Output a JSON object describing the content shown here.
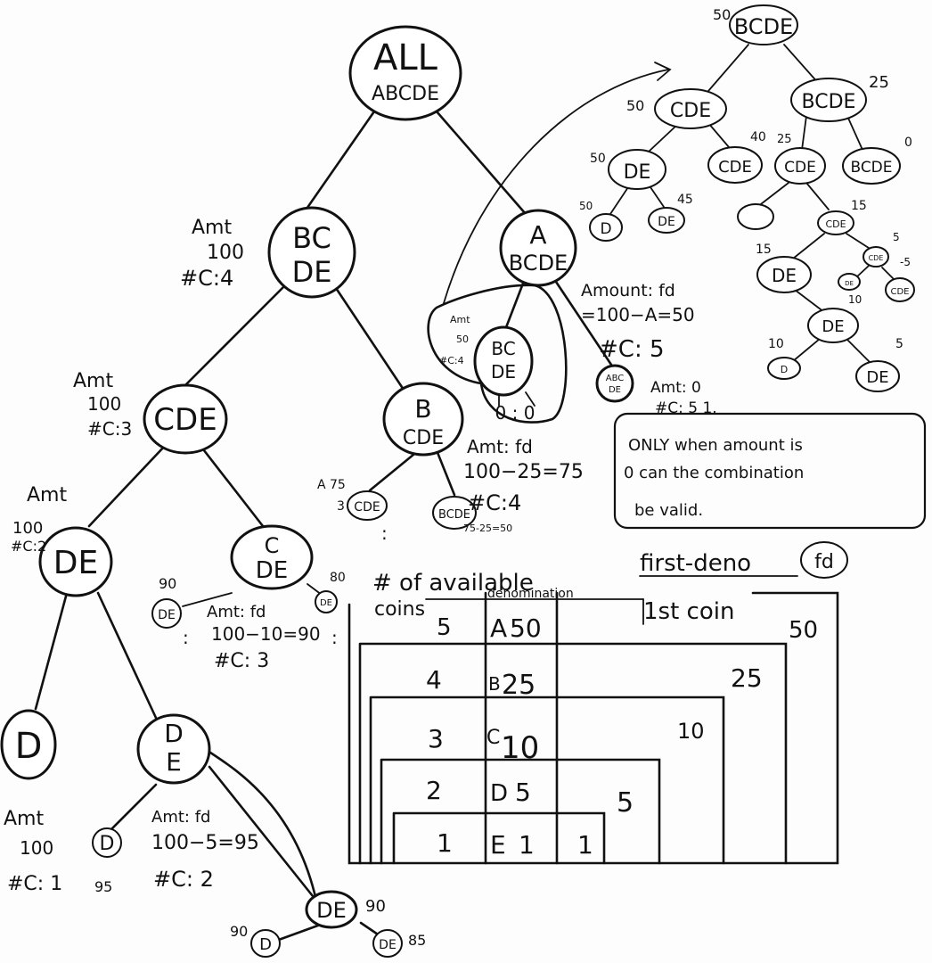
{
  "main_tree": {
    "nodes": [
      {
        "id": "root",
        "lines": [
          "ALL",
          "ABCDE"
        ]
      },
      {
        "id": "n_bcde",
        "lines": [
          "BC",
          "DE"
        ]
      },
      {
        "id": "n_abcde",
        "lines": [
          "A",
          "BCDE"
        ]
      },
      {
        "id": "n_cde",
        "lines": [
          "CDE"
        ]
      },
      {
        "id": "n_bcde2",
        "lines": [
          "B",
          "CDE"
        ]
      },
      {
        "id": "n_de",
        "lines": [
          "DE"
        ]
      },
      {
        "id": "n_cde2",
        "lines": [
          "C",
          "DE"
        ]
      },
      {
        "id": "n_d",
        "lines": [
          "D"
        ]
      },
      {
        "id": "n_dde",
        "lines": [
          "D",
          "E"
        ]
      },
      {
        "id": "n_bcde_in",
        "lines": [
          "BC",
          "DE"
        ]
      },
      {
        "id": "n_abcde_small",
        "lines": [
          "ABC",
          "DE"
        ]
      },
      {
        "id": "n_cde_small",
        "lines": [
          "CDE"
        ]
      },
      {
        "id": "n_bcde_small",
        "lines": [
          "BCDE"
        ]
      },
      {
        "id": "n_de_small",
        "lines": [
          "DE"
        ]
      },
      {
        "id": "n_de_small2",
        "lines": [
          "DE"
        ]
      },
      {
        "id": "n_d_small",
        "lines": [
          "D"
        ]
      },
      {
        "id": "n_de_bottom",
        "lines": [
          "DE"
        ]
      },
      {
        "id": "n_d_bottom",
        "lines": [
          "D"
        ]
      },
      {
        "id": "n_de_bottom2",
        "lines": [
          "DE"
        ]
      }
    ],
    "annotations": {
      "bcde": [
        "Amt",
        "100",
        "#C:4"
      ],
      "abcde": [
        "Amount: fd",
        "=100−A=50",
        "#C: 5"
      ],
      "bcde_in": [
        "Amt",
        "50",
        "#C:4"
      ],
      "abcde_small": [
        "Amt: 0",
        "#C: 5 1."
      ],
      "cde": [
        "Amt",
        "100",
        "#C:3"
      ],
      "bcde2": [
        "Amt: fd",
        "100−25=75",
        "#C:4",
        "75-25=50"
      ],
      "cde_small_lbl": [
        "A 75",
        "3"
      ],
      "de": [
        "Amt",
        "100",
        "#C:2"
      ],
      "cde2": [
        "Amt: fd",
        "100−10=90",
        "#C: 3"
      ],
      "de_small_lbl": "90",
      "de_small2_lbl": "80",
      "d": [
        "Amt",
        "100",
        "#C: 1"
      ],
      "d_small_lbl": "95",
      "dde": [
        "Amt: fd",
        "100−5=95",
        "#C: 2"
      ],
      "de_bottom_lbl": "90",
      "d_bottom_lbl": "90",
      "de_bottom2_lbl": "85",
      "zero_zero": "0 : 0"
    }
  },
  "right_tree": {
    "nodes": [
      {
        "id": "r_root",
        "text": "BCDE",
        "label": "50"
      },
      {
        "id": "r_cde",
        "text": "CDE",
        "label": "50"
      },
      {
        "id": "r_bcde",
        "text": "BCDE",
        "label": "25"
      },
      {
        "id": "r_de",
        "text": "DE",
        "label": "50"
      },
      {
        "id": "r_cde2",
        "text": "CDE",
        "label": "40"
      },
      {
        "id": "r_cde3",
        "text": "CDE",
        "label": "25"
      },
      {
        "id": "r_bcde2",
        "text": "BCDE",
        "label": "0"
      },
      {
        "id": "r_d",
        "text": "D",
        "label": "50"
      },
      {
        "id": "r_de2",
        "text": "DE",
        "label": "45"
      },
      {
        "id": "r_empty",
        "text": "",
        "label": ""
      },
      {
        "id": "r_cde4",
        "text": "CDE",
        "label": "15"
      },
      {
        "id": "r_de3",
        "text": "DE",
        "label": "15"
      },
      {
        "id": "r_cde5",
        "text": "CDE",
        "label": "5"
      },
      {
        "id": "r_de4",
        "text": "DE",
        "label": "10"
      },
      {
        "id": "r_cde6",
        "text": "CDE",
        "label": "-5"
      },
      {
        "id": "r_de5",
        "text": "DE",
        "label": ""
      },
      {
        "id": "r_d2",
        "text": "D",
        "label": "10"
      },
      {
        "id": "r_de6",
        "text": "DE",
        "label": "5"
      }
    ]
  },
  "note": "ONLY when amount is 0 can the combination be valid.",
  "table": {
    "title": "first-deno",
    "title_badge": "fd",
    "col_coins": [
      "# of available",
      "coins"
    ],
    "col_denom": "denomination",
    "col_first": "1st coin",
    "rows": [
      {
        "count": "5",
        "letter": "A",
        "value": "50",
        "first": "50"
      },
      {
        "count": "4",
        "letter": "B",
        "value": "25",
        "first": "25"
      },
      {
        "count": "3",
        "letter": "C",
        "value": "10",
        "first": "10"
      },
      {
        "count": "2",
        "letter": "D",
        "value": "5",
        "first": "5"
      },
      {
        "count": "1",
        "letter": "E",
        "value": "1",
        "first": "1"
      }
    ]
  },
  "dots": ":"
}
